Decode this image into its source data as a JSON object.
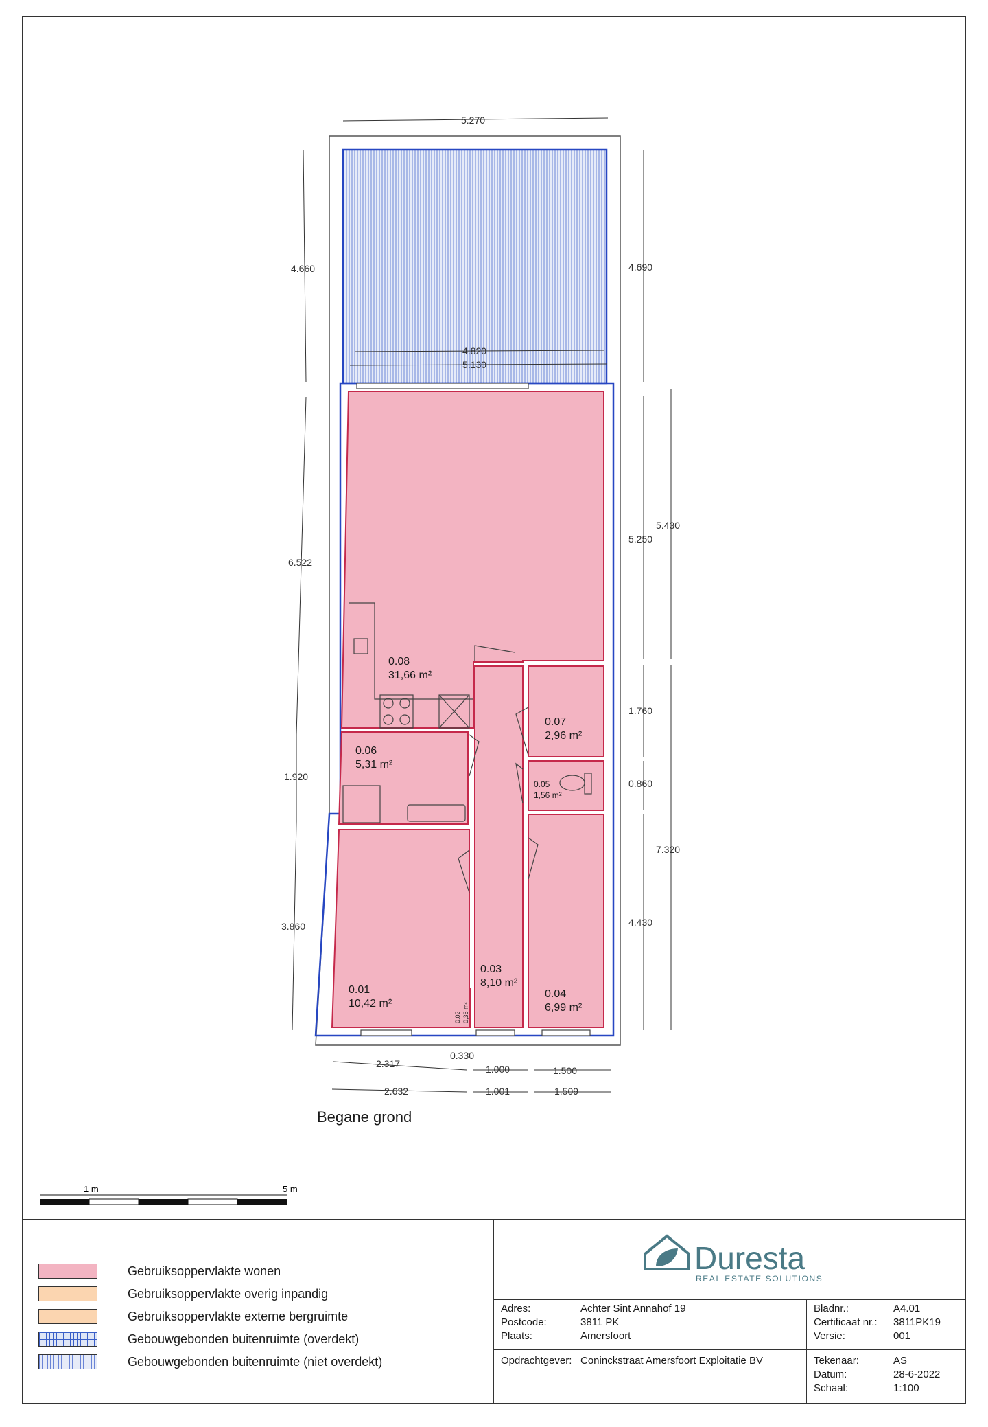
{
  "drawing": {
    "title": "Begane grond",
    "scale_bar": {
      "label_1": "1 m",
      "label_5": "5 m"
    },
    "rooms": [
      {
        "id": "0.08",
        "area": "31,66 m²"
      },
      {
        "id": "0.07",
        "area": "2,96 m²"
      },
      {
        "id": "0.06",
        "area": "5,31 m²"
      },
      {
        "id": "0.05",
        "area": "1,56 m²"
      },
      {
        "id": "0.04",
        "area": "6,99 m²"
      },
      {
        "id": "0.03",
        "area": "8,10 m²"
      },
      {
        "id": "0.02",
        "area": "0,36 m²"
      },
      {
        "id": "0.01",
        "area": "10,42 m²"
      }
    ],
    "dimensions": {
      "top_width": "5.270",
      "left_upper": "4.660",
      "right_upper": "4.690",
      "inner_width_a": "4.820",
      "inner_width_b": "5.130",
      "left_mid": "6.522",
      "left_jog": "1.920",
      "left_lower": "3.860",
      "right_a": "5.250",
      "right_b": "1.760",
      "right_c": "0.860",
      "right_d": "4.430",
      "far_right_a": "5.430",
      "far_right_b": "7.320",
      "bottom_a1": "2.317",
      "bottom_a2": "0.330",
      "bottom_a3": "1.000",
      "bottom_a4": "1.500",
      "bottom_b1": "2.632",
      "bottom_b2": "1.001",
      "bottom_b3": "1.509"
    }
  },
  "legend": [
    {
      "label": "Gebruiksoppervlakte wonen",
      "swatch": "pink",
      "color": "#f3b4c2"
    },
    {
      "label": "Gebruiksoppervlakte overig inpandig",
      "swatch": "orange",
      "color": "#fbd5b0"
    },
    {
      "label": "Gebruiksoppervlakte externe bergruimte",
      "swatch": "orange",
      "color": "#fbd5b0"
    },
    {
      "label": "Gebouwgebonden buitenruimte (overdekt)",
      "swatch": "blue-grid",
      "color": "#3a5fc8"
    },
    {
      "label": "Gebouwgebonden buitenruimte (niet overdekt)",
      "swatch": "blue-lines",
      "color": "#6a84d6"
    }
  ],
  "logo": {
    "name": "Duresta",
    "tagline": "REAL ESTATE SOLUTIONS",
    "color": "#4a7a86"
  },
  "info": {
    "adres_label": "Adres:",
    "adres": "Achter Sint Annahof 19",
    "postcode_label": "Postcode:",
    "postcode": "3811 PK",
    "plaats_label": "Plaats:",
    "plaats": "Amersfoort",
    "opdrachtgever_label": "Opdrachtgever:",
    "opdrachtgever": "Coninckstraat Amersfoort Exploitatie BV",
    "bladnr_label": "Bladnr.:",
    "bladnr": "A4.01",
    "certificaat_label": "Certificaat nr.:",
    "certificaat": "3811PK19",
    "versie_label": "Versie:",
    "versie": "001",
    "tekenaar_label": "Tekenaar:",
    "tekenaar": "AS",
    "datum_label": "Datum:",
    "datum": "28-6-2022",
    "schaal_label": "Schaal:",
    "schaal": "1:100"
  }
}
